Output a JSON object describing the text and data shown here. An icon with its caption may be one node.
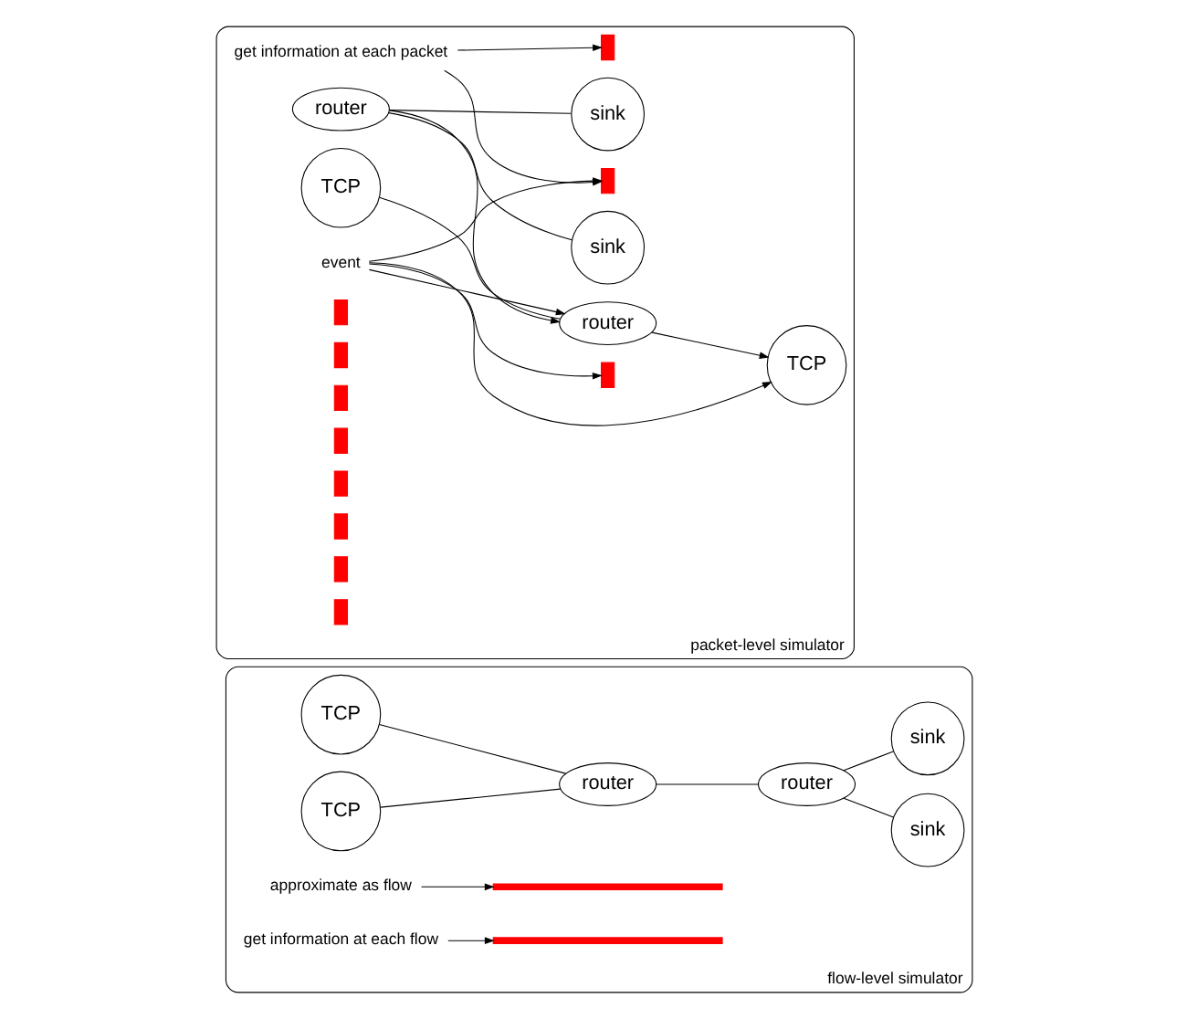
{
  "diagram": {
    "nodes": [
      {
        "text": [
          "flow-level simulator"
        ]
      },
      {
        "text": [
          "TCP"
        ],
        "in": 0
      },
      {
        "text": [
          "TCP"
        ],
        "in": 0
      },
      {
        "text": [
          "router"
        ],
        "in": 0
      },
      {
        "text": [
          "router"
        ],
        "in": 0
      },
      {
        "text": [
          "sink"
        ],
        "in": 0
      },
      {
        "text": [
          "sink"
        ],
        "in": 0
      },
      {
        "text": [
          "approximate as flow"
        ],
        "in": 0
      },
      {
        "text": [],
        "shape": "bar",
        "in": 0
      },
      {
        "text": [],
        "shape": "bar",
        "in": 0
      },
      {
        "text": [
          "get information at each flow"
        ],
        "in": 0
      },
      {
        "text": [
          "packet-level simulator"
        ]
      },
      {
        "text": [
          "get information at each packet"
        ],
        "in": 11
      },
      {
        "text": [
          "TCP"
        ],
        "in": 11
      },
      {
        "text": [
          "TCP"
        ],
        "in": 11
      },
      {
        "text": [
          "router"
        ],
        "in": 11
      },
      {
        "text": [
          "router"
        ],
        "in": 11
      },
      {
        "text": [
          "sink"
        ],
        "in": 11
      },
      {
        "text": [
          "sink"
        ],
        "in": 11
      },
      {
        "text": [
          "event"
        ],
        "in": 11
      },
      {
        "text": [],
        "shape": "bar",
        "in": 11
      },
      {
        "text": [],
        "shape": "bar",
        "in": 11
      },
      {
        "text": [],
        "shape": "bar",
        "in": 11
      },
      {
        "text": [],
        "shape": "bar",
        "in": 11
      },
      {
        "text": [],
        "shape": "bar",
        "in": 11
      },
      {
        "text": [],
        "shape": "bar",
        "in": 11
      },
      {
        "text": [],
        "shape": "bar",
        "in": 11
      },
      {
        "text": [],
        "shape": "bar",
        "in": 11
      },
      {
        "text": [],
        "shape": "bar",
        "in": 11
      },
      {
        "text": [],
        "shape": "bar",
        "in": 11
      },
      {
        "text": [],
        "shape": "bar",
        "in": 11
      }
    ],
    "edges": [
      {
        "from": 1,
        "to": 3,
        "arrow": "none"
      },
      {
        "from": 2,
        "to": 3,
        "arrow": "none"
      },
      {
        "from": 3,
        "to": 4,
        "arrow": "none"
      },
      {
        "from": 4,
        "to": 5,
        "arrow": "none"
      },
      {
        "from": 4,
        "to": 6,
        "arrow": "none"
      },
      {
        "from": 7,
        "to": 8,
        "arrow": "to"
      },
      {
        "from": 10,
        "to": 9,
        "arrow": "to"
      },
      {
        "from": 13,
        "to": 15,
        "arrow": "none"
      },
      {
        "from": 16,
        "to": 15,
        "arrow": "to"
      },
      {
        "from": 15,
        "to": 14,
        "arrow": "to"
      },
      {
        "from": 16,
        "to": 17,
        "arrow": "none"
      },
      {
        "from": 16,
        "to": 18,
        "arrow": "none"
      },
      {
        "from": 19,
        "to": 14,
        "arrow": "to"
      },
      {
        "from": 19,
        "to": 15,
        "arrow": "to"
      },
      {
        "from": 19,
        "to": 25,
        "arrow": "to"
      },
      {
        "from": 19,
        "to": 26,
        "arrow": "to"
      },
      {
        "from": 12,
        "to": 26,
        "arrow": "to"
      },
      {
        "from": 12,
        "to": 27,
        "arrow": "to"
      }
    ]
  }
}
